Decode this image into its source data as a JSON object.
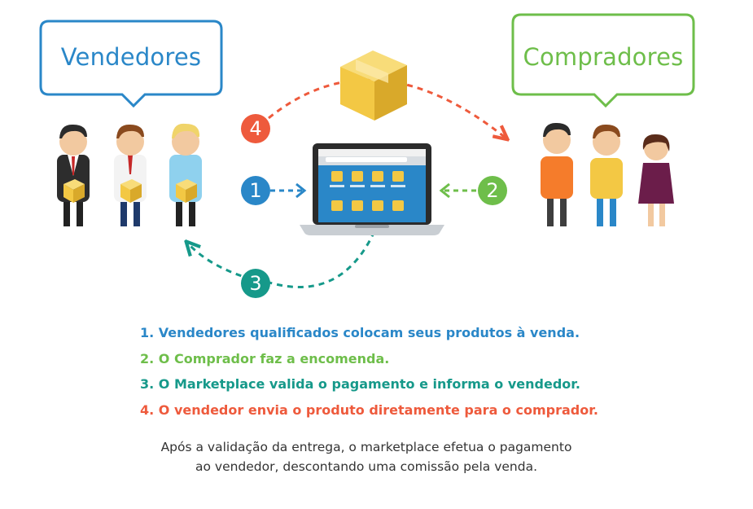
{
  "bubbles": {
    "sellers": "Vendedores",
    "buyers": "Compradores"
  },
  "badges": [
    "1",
    "2",
    "3",
    "4"
  ],
  "steps": [
    "1. Vendedores qualificados colocam seus produtos à venda.",
    "2. O Comprador faz a encomenda.",
    "3. O Marketplace valida o pagamento e informa o vendedor.",
    "4. O vendedor envia o produto diretamente para o comprador."
  ],
  "footnote": {
    "line1": "Após a validação da entrega, o marketplace efetua o pagamento",
    "line2": "ao vendedor, descontando uma comissão pela venda."
  },
  "colors": {
    "step1": "#2a87c8",
    "step2": "#6ebe4a",
    "step3": "#16998a",
    "step4": "#ee5a3c",
    "box": "#f3c844"
  },
  "icons": [
    "box-icon",
    "laptop-icon",
    "seller-figure",
    "buyer-figure"
  ]
}
